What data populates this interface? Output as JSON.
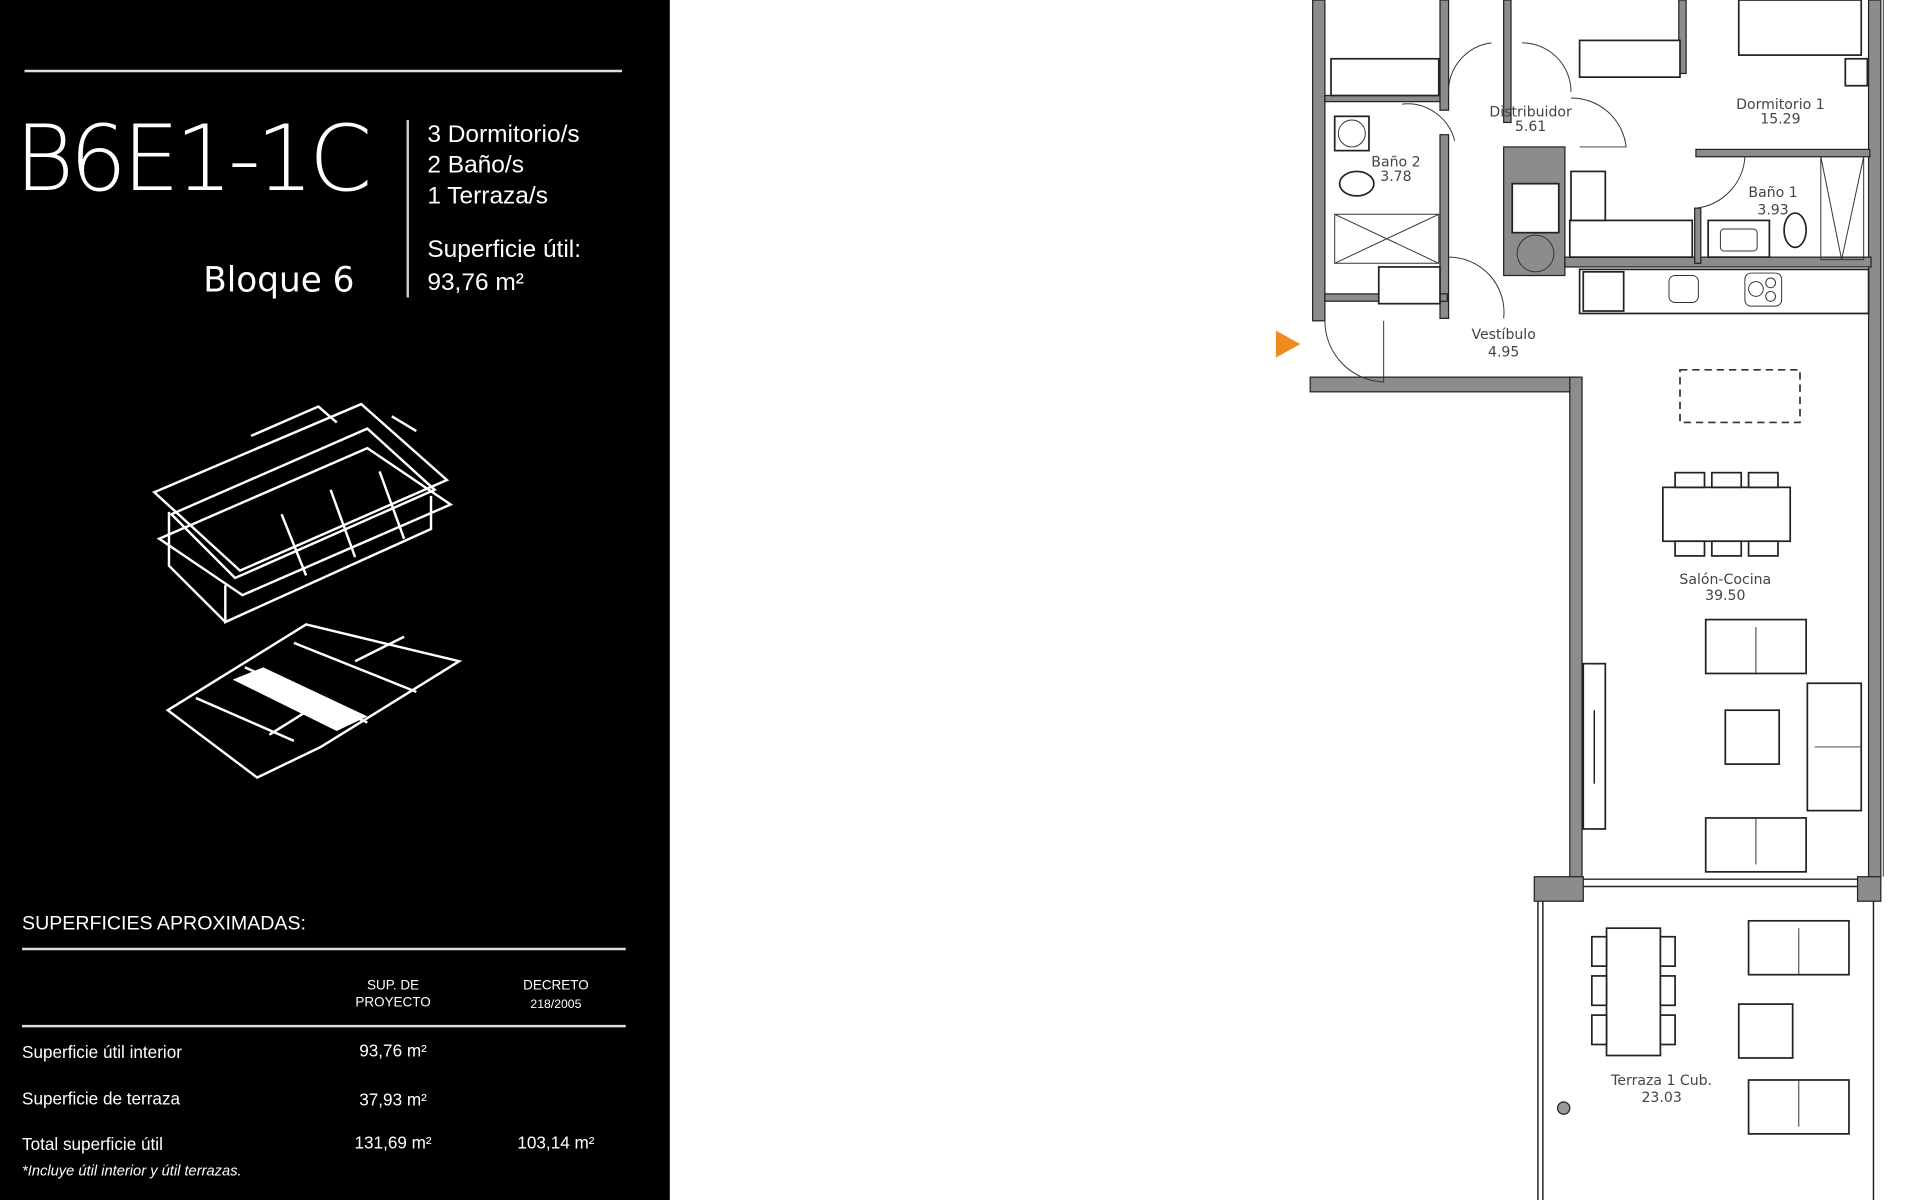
{
  "header": {
    "unit_code": "B6E1-1C",
    "block": "Bloque 6",
    "features": [
      "3 Dormitorio/s",
      "2 Baño/s",
      "1 Terraza/s"
    ],
    "surface_label": "Superficie útil:",
    "surface_value": "93,76 m²"
  },
  "surfaces": {
    "title": "SUPERFICIES APROXIMADAS:",
    "col1": [
      "SUP. DE",
      "PROYECTO"
    ],
    "col2": [
      "DECRETO",
      "218/2005"
    ],
    "rows": [
      {
        "label": "Superficie útil interior",
        "project": "93,76 m²",
        "decree": ""
      },
      {
        "label": "Superficie de terraza",
        "project": "37,93 m²",
        "decree": ""
      },
      {
        "label": "Total superficie útil",
        "project": "131,69 m²",
        "decree": "103,14 m²"
      }
    ],
    "footnote": "*Incluye útil interior y útil terrazas."
  },
  "rooms": [
    {
      "name": "Distribuidor",
      "area": "5.61"
    },
    {
      "name": "Dormitorio 1",
      "area": "15.29"
    },
    {
      "name": "Baño 2",
      "area": "3.78"
    },
    {
      "name": "Baño 1",
      "area": "3.93"
    },
    {
      "name": "Vestíbulo",
      "area": "4.95"
    },
    {
      "name": "Salón-Cocina",
      "area": "39.50"
    },
    {
      "name": "Terraza 1 Cub.",
      "area": "23.03"
    }
  ],
  "colors": {
    "panel": "#000000",
    "entrance_marker": "#f08a1c",
    "walls": "#8c8c8c"
  },
  "icons": {
    "entrance": "entrance-arrow-icon",
    "building": "building-isometric-icon"
  }
}
